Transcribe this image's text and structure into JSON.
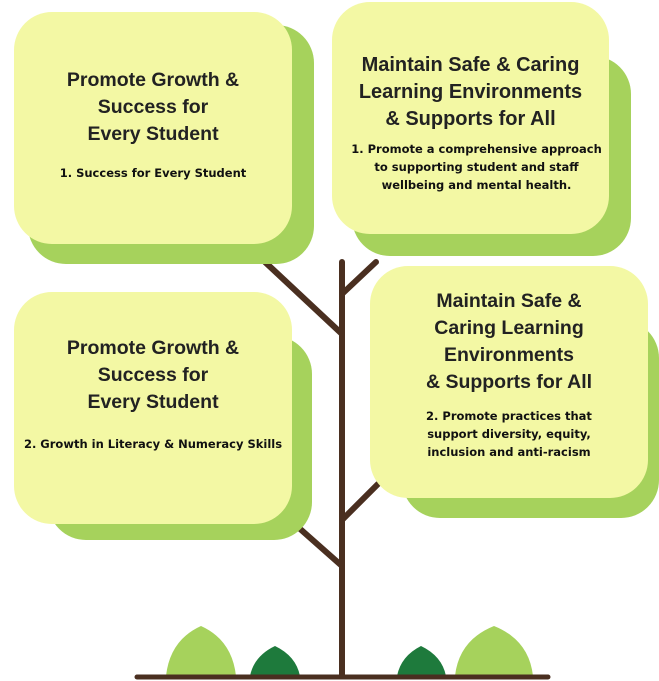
{
  "colors": {
    "card_fill": "#f3f8a4",
    "card_shadow": "#a6d25c",
    "trunk": "#4a2f20",
    "leaf_light": "#a6d25c",
    "leaf_dark": "#1e7a3c"
  },
  "cards": [
    {
      "title": "Promote Growth &\nSuccess for\nEvery Student",
      "item": "1.  Success for Every Student"
    },
    {
      "title": "Maintain Safe & Caring\nLearning Environments\n& Supports for All",
      "item": "1. Promote a comprehensive approach\nto supporting student and staff\nwellbeing and mental health."
    },
    {
      "title": "Promote Growth &\nSuccess for\nEvery Student",
      "item": "2.  Growth in Literacy & Numeracy Skills"
    },
    {
      "title": "Maintain Safe &\nCaring Learning\nEnvironments\n& Supports for All",
      "item": "2. Promote practices that\nsupport diversity, equity,\ninclusion and anti-racism"
    }
  ]
}
